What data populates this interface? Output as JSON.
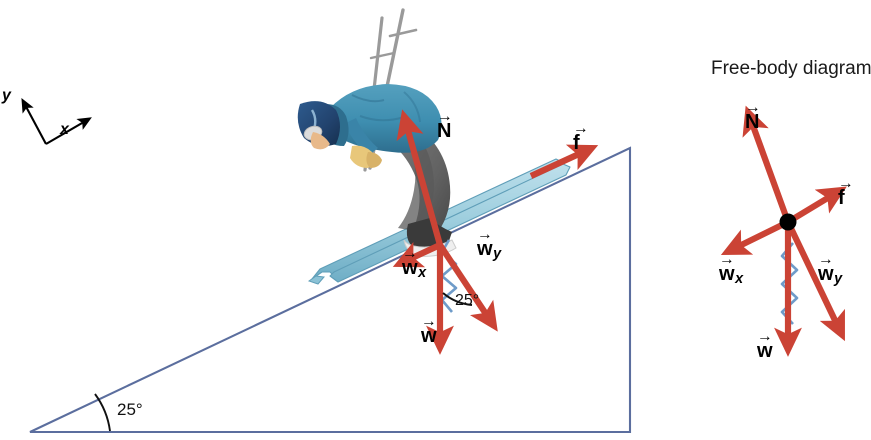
{
  "figure": {
    "title": "",
    "description": "Skier on a 25 degree inclined slope with force vectors and a free-body diagram"
  },
  "colors": {
    "vector_red": "#CB4335",
    "incline_line": "#5B6E9E",
    "ski_blue": "#9CCDDD",
    "ski_blue_dark": "#6FAEC6",
    "squiggle_blue": "#6E9BC9",
    "jacket_blue": "#3E8EB0",
    "jacket_blue_dark": "#2E6E8E",
    "helmet_blue": "#22436E",
    "pants_gray": "#6B6B6B",
    "pants_gray_dark": "#4F4F4F",
    "pole_gray": "#9A9A9A",
    "skin": "#E8B98A",
    "glove_tan": "#E8C77A",
    "boot_dark": "#3A3A3A",
    "boot_light": "#E8E8E8",
    "dot_black": "#000000",
    "text_black": "#000000"
  },
  "axes": {
    "y_label": "y",
    "x_label": "x"
  },
  "incline": {
    "angle_label": "25°",
    "angle_value": 25
  },
  "scene_vectors": [
    {
      "id": "normal",
      "label": "N",
      "subscript": "",
      "name": "normal-force-vector"
    },
    {
      "id": "friction",
      "label": "f",
      "subscript": "",
      "name": "friction-force-vector"
    },
    {
      "id": "weight",
      "label": "w",
      "subscript": "",
      "name": "weight-vector"
    },
    {
      "id": "weight-x",
      "label": "w",
      "subscript": "x",
      "name": "weight-x-component-vector"
    },
    {
      "id": "weight-y",
      "label": "w",
      "subscript": "y",
      "name": "weight-y-component-vector"
    }
  ],
  "scene_angle": {
    "label": "25°",
    "value": 25
  },
  "free_body": {
    "title": "Free-body diagram",
    "vectors": [
      {
        "id": "fbd-normal",
        "label": "N",
        "subscript": "",
        "name": "fbd-normal-force-vector"
      },
      {
        "id": "fbd-friction",
        "label": "f",
        "subscript": "",
        "name": "fbd-friction-force-vector"
      },
      {
        "id": "fbd-weight",
        "label": "w",
        "subscript": "",
        "name": "fbd-weight-vector"
      },
      {
        "id": "fbd-weight-x",
        "label": "w",
        "subscript": "x",
        "name": "fbd-weight-x-component-vector"
      },
      {
        "id": "fbd-weight-y",
        "label": "w",
        "subscript": "y",
        "name": "fbd-weight-y-component-vector"
      }
    ]
  },
  "vector_bar": "→"
}
